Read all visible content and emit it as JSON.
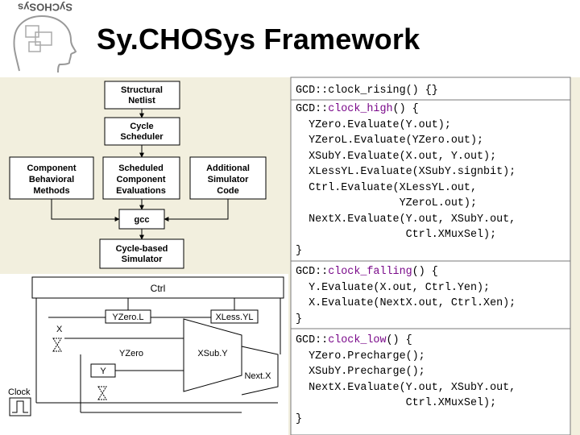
{
  "title": "Sy.CHOSys Framework",
  "logo": {
    "text": "SyCHOSys",
    "icon": "head-with-gears-logo"
  },
  "flow": {
    "structural_netlist": [
      "Structural",
      "Netlist"
    ],
    "cycle_scheduler": [
      "Cycle",
      "Scheduler"
    ],
    "component_behavioral": [
      "Component",
      "Behavioral",
      "Methods"
    ],
    "scheduled_component": [
      "Scheduled",
      "Component",
      "Evaluations"
    ],
    "additional_simulator": [
      "Additional",
      "Simulator",
      "Code"
    ],
    "gcc": "gcc",
    "cycle_based": [
      "Cycle-based",
      "Simulator"
    ]
  },
  "circuit": {
    "ctrl": "Ctrl",
    "yzerol": "YZero.L",
    "xlessyl": "XLess.YL",
    "x": "X",
    "yzero": "YZero",
    "xsuby": "XSub.Y",
    "y": "Y",
    "nextx": "Next.X",
    "clock": "Clock"
  },
  "code": {
    "rising": {
      "name": "clock_rising",
      "lines": [
        "GCD::clock_rising() {}"
      ]
    },
    "high": {
      "name": "clock_high",
      "lines": [
        "GCD::clock_high() {",
        "  YZero.Evaluate(Y.out);",
        "  YZeroL.Evaluate(YZero.out);",
        "  XSubY.Evaluate(X.out, Y.out);",
        "  XLessYL.Evaluate(XSubY.signbit);",
        "  Ctrl.Evaluate(XLessYL.out,",
        "                YZeroL.out);",
        "  NextX.Evaluate(Y.out, XSubY.out,",
        "                 Ctrl.XMuxSel);",
        "}"
      ]
    },
    "falling": {
      "name": "clock_falling",
      "lines": [
        "GCD::clock_falling() {",
        "  Y.Evaluate(X.out, Ctrl.Yen);",
        "  X.Evaluate(NextX.out, Ctrl.Xen);",
        "}"
      ]
    },
    "low": {
      "name": "clock_low",
      "lines": [
        "GCD::clock_low() {",
        "  YZero.Precharge();",
        "  XSubY.Precharge();",
        "  NextX.Evaluate(Y.out, XSubY.out,",
        "                 Ctrl.XMuxSel);",
        "}"
      ]
    }
  }
}
